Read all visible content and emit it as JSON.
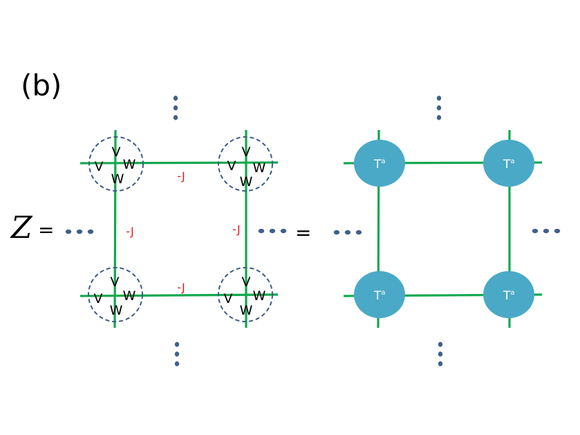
{
  "panel_label": "(b)",
  "equation": {
    "lhs_symbol": "Z",
    "equals_1": "=",
    "equals_2": "="
  },
  "coupling_labels": [
    "-J",
    "-J",
    "-J",
    "-J"
  ],
  "left_nodes": [
    {
      "top": "V",
      "left": "V",
      "right": "W",
      "bottom": "W"
    },
    {
      "top": "V",
      "left": "V",
      "right": "W",
      "bottom": "W"
    },
    {
      "top": "V",
      "left": "V",
      "right": "W",
      "bottom": "W"
    },
    {
      "top": "V",
      "left": "V",
      "right": "W",
      "bottom": "W"
    }
  ],
  "tensor_nodes": [
    {
      "base": "T",
      "sup": "a"
    },
    {
      "base": "T",
      "sup": "a"
    },
    {
      "base": "T",
      "sup": "a"
    },
    {
      "base": "T",
      "sup": "a"
    }
  ],
  "colors": {
    "bond": "#12a84e",
    "dashed_circle": "#3c5b86",
    "dots": "#3f5f8c",
    "tensor_fill": "#4aa9c6",
    "coupling_text": "#e0201b",
    "text": "#000000",
    "tensor_text": "#ffffff"
  }
}
